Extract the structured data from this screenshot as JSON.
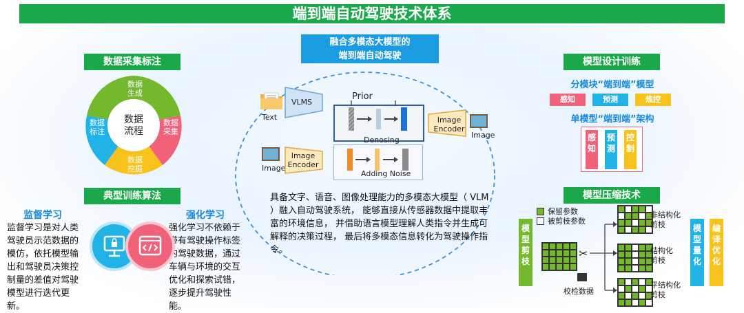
{
  "title": "端到端自动驾驶技术体系",
  "left": {
    "data_header": "数据采集标注",
    "ring": {
      "center": "数据\n流程",
      "top": "数据\n生成",
      "right": "数据\n采集",
      "bottom": "数据\n挖掘",
      "left": "数据\n标注"
    },
    "algo_header": "典型训练算法",
    "supervised_title": "监督学习",
    "supervised_text": "监督学习是对人类驾驶员示范数据的模仿，依托模型输出和驾驶员决策控制量的差值对驾驶模型进行迭代更新。",
    "rl_title": "强化学习",
    "rl_text": "强化学习不依赖于带有驾驶操作标签的驾驶数据，通过车辆与环境的交互优化和探索试错，逐步提升驾驶性能。"
  },
  "center": {
    "header_line1": "融合多模态大模型的",
    "header_line2": "端到端自动驾驶",
    "text_label": "Text",
    "vlms_label": "VLMS",
    "prior_label": "Prior",
    "denosing_label": "Denosing",
    "image_encoder_label": "Image\nEncoder",
    "image_label": "Image",
    "image_label_left": "Image",
    "image_encoder_label_left": "Image\nEncoder",
    "adding_noise_label": "Adding  Noise",
    "description": "具备文字、语音、图像处理能力的多模态大模型（ VLM ）融入自动驾驶系统， 能够直接从传感器数据中提取丰富的环境信息， 并借助语言模型理解人类指令并生成可解释的决策过程， 最后将多模态信息转化为驾驶操作指令。"
  },
  "right": {
    "design_header": "模型设计训练",
    "modular_title": "分模块“端到端”模型",
    "modular_tags": [
      "感知",
      "预测",
      "规控"
    ],
    "single_title": "单模型“端到端”架构",
    "single_tags": [
      "感\n知",
      "预\n测",
      "控\n制"
    ],
    "compress_header": "模型压缩技术",
    "legend_keep": "保留参数",
    "legend_pruned": "被剪枝参数",
    "pruning_label": "模\n型\n剪\n枝",
    "unstructured": "非结构化\n剪枝",
    "structured": "结构化\n剪枝",
    "semistructured": "平结构化\n剪枝",
    "calib_data": "校检数据",
    "quant_label": "模\n型\n量\n化",
    "compile_label": "编\n译\n优\n化"
  },
  "colors": {
    "green": "#1aa84a",
    "blue": "#1b9be0",
    "pink": "#f0627a",
    "cyan": "#22b3e6",
    "yellow": "#f7c21b",
    "leaf": "#74b82e"
  }
}
